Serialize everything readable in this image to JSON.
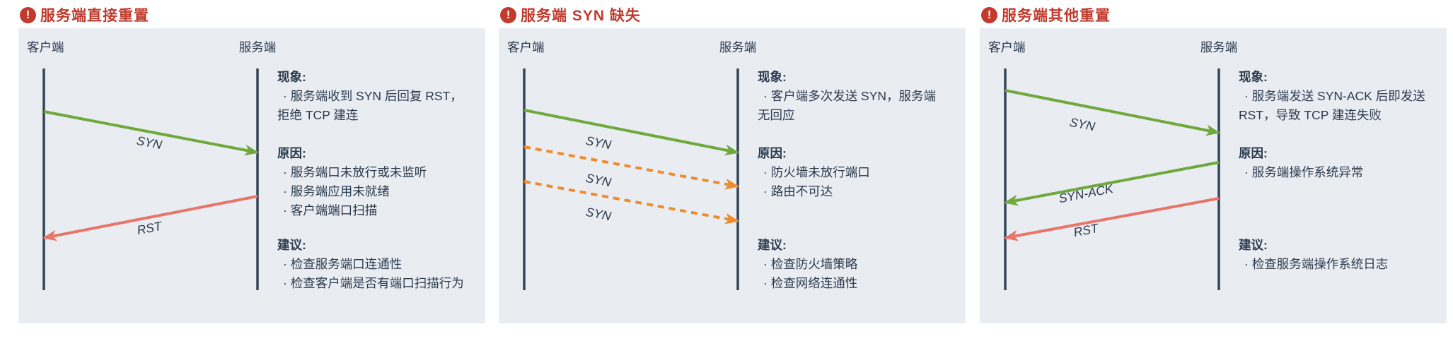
{
  "colors": {
    "title_red": "#c03b2e",
    "panel_bg": "#e9edf2",
    "text_navy": "#2c3a4d",
    "lifeline": "#33455a",
    "green": "#6fa93c",
    "orange": "#ee8c2e",
    "salmon": "#e8756a",
    "page_bg": "#ffffff"
  },
  "icon": {
    "alert_glyph": "!"
  },
  "panels": [
    {
      "title": "服务端直接重置",
      "client_label": "客户端",
      "server_label": "服务端",
      "messages": [
        {
          "label": "SYN",
          "style": "solid-green",
          "direction": "client-to-server"
        },
        {
          "label": "RST",
          "style": "solid-salmon",
          "direction": "server-to-client"
        }
      ],
      "phenomenon": {
        "heading": "现象:",
        "bullets": [
          "· 服务端收到 SYN 后回复 RST，\n拒绝 TCP 建连"
        ]
      },
      "cause": {
        "heading": "原因:",
        "bullets": [
          "· 服务端口未放行或未监听",
          "· 服务端应用未就绪",
          "· 客户端端口扫描"
        ]
      },
      "suggestion": {
        "heading": "建议:",
        "bullets": [
          "· 检查服务端口连通性",
          "· 检查客户端是否有端口扫描行为"
        ]
      }
    },
    {
      "title": "服务端 SYN 缺失",
      "client_label": "客户端",
      "server_label": "服务端",
      "messages": [
        {
          "label": "SYN",
          "style": "solid-green",
          "direction": "client-to-server"
        },
        {
          "label": "SYN",
          "style": "dashed-orange",
          "direction": "client-to-server"
        },
        {
          "label": "SYN",
          "style": "dashed-orange",
          "direction": "client-to-server"
        }
      ],
      "phenomenon": {
        "heading": "现象:",
        "bullets": [
          "· 客户端多次发送 SYN，服务端\n无回应"
        ]
      },
      "cause": {
        "heading": "原因:",
        "bullets": [
          "· 防火墙未放行端口",
          "· 路由不可达"
        ]
      },
      "suggestion": {
        "heading": "建议:",
        "bullets": [
          "· 检查防火墙策略",
          "· 检查网络连通性"
        ]
      }
    },
    {
      "title": "服务端其他重置",
      "client_label": "客户端",
      "server_label": "服务端",
      "messages": [
        {
          "label": "SYN",
          "style": "solid-green",
          "direction": "client-to-server"
        },
        {
          "label": "SYN-ACK",
          "style": "solid-green",
          "direction": "server-to-client"
        },
        {
          "label": "RST",
          "style": "solid-salmon",
          "direction": "server-to-client"
        }
      ],
      "phenomenon": {
        "heading": "现象:",
        "bullets": [
          "· 服务端发送 SYN-ACK 后即发送\nRST，导致 TCP 建连失败"
        ]
      },
      "cause": {
        "heading": "原因:",
        "bullets": [
          "· 服务端操作系统异常"
        ]
      },
      "suggestion": {
        "heading": "建议:",
        "bullets": [
          "· 检查服务端操作系统日志"
        ]
      }
    }
  ]
}
